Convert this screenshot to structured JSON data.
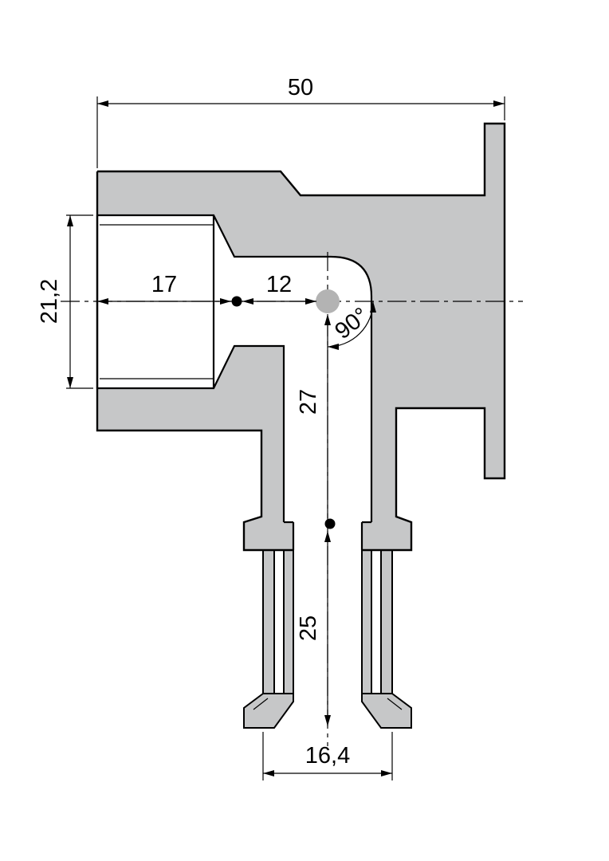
{
  "diagram": {
    "kind": "technical-section-drawing",
    "dimensions": {
      "overall_width": "50",
      "socket_bore": "21,2",
      "thread_depth": "17",
      "centre_offset": "12",
      "bend_angle": "90°",
      "branch_length": "27",
      "spigot_length": "25",
      "spigot_od": "16,4"
    },
    "colors": {
      "section_fill": "#c6c7c8",
      "vertex_marker": "#b3b3b3",
      "line": "#000000",
      "background": "#ffffff"
    }
  }
}
